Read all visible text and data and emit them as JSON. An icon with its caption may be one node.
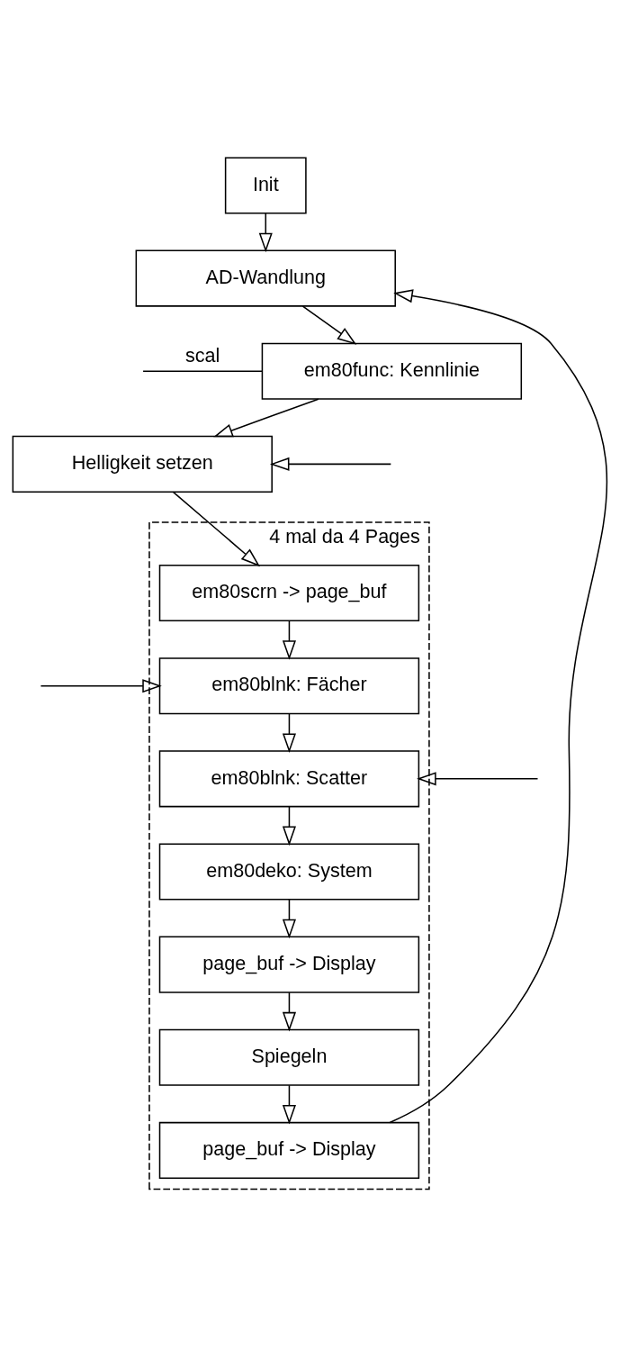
{
  "diagram": {
    "nodes": [
      {
        "text": [
          "Init"
        ]
      },
      {
        "text": [
          "AD-Wandlung"
        ]
      },
      {
        "text": [
          "em80func: Kennlinie"
        ]
      },
      {
        "text": [
          "Helligkeit setzen"
        ]
      },
      {
        "text": [
          "4 mal da 4 Pages"
        ]
      },
      {
        "text": [
          "em80scrn -> page_buf"
        ],
        "in": 4
      },
      {
        "text": [
          "em80blnk: Fächer"
        ],
        "in": 4
      },
      {
        "text": [
          "em80blnk: Scatter"
        ],
        "in": 4
      },
      {
        "text": [
          "em80deko: System"
        ],
        "in": 4
      },
      {
        "text": [
          "page_buf -> Display"
        ],
        "in": 4
      },
      {
        "text": [
          "Spiegeln"
        ],
        "in": 4
      },
      {
        "text": [
          "page_buf -> Display"
        ],
        "in": 4
      }
    ],
    "edges": [
      {
        "from": 0,
        "to": 1,
        "arrow": "to"
      },
      {
        "from": 1,
        "to": 2,
        "arrow": "to"
      },
      {
        "from": 2,
        "to": 3,
        "arrow": "to"
      },
      {
        "from": 3,
        "to": 5,
        "arrow": "to"
      },
      {
        "from": 5,
        "to": 6,
        "arrow": "to"
      },
      {
        "from": 6,
        "to": 7,
        "arrow": "to"
      },
      {
        "from": 7,
        "to": 8,
        "arrow": "to"
      },
      {
        "from": 8,
        "to": 9,
        "arrow": "to"
      },
      {
        "from": 9,
        "to": 10,
        "arrow": "to"
      },
      {
        "from": 10,
        "to": 11,
        "arrow": "to"
      },
      {
        "from": 11,
        "to": 1,
        "arrow": "to"
      },
      {
        "from": 2,
        "to": null,
        "arrow": "none",
        "label": "scal"
      },
      {
        "from": null,
        "to": 3,
        "arrow": "to"
      },
      {
        "from": null,
        "to": 6,
        "arrow": "to"
      },
      {
        "from": null,
        "to": 7,
        "arrow": "to"
      }
    ]
  }
}
